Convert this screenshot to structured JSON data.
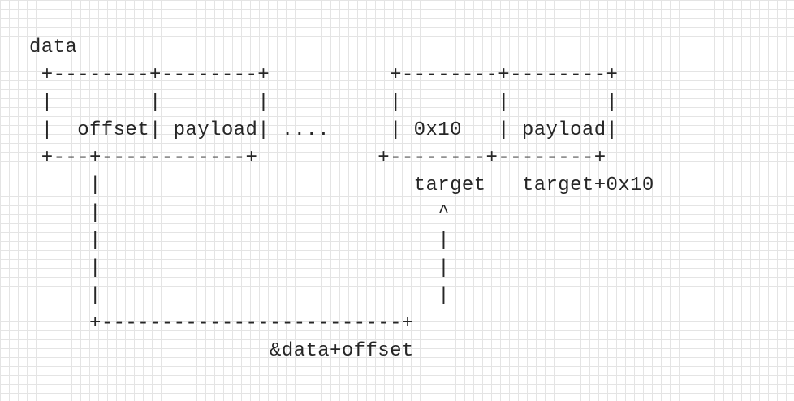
{
  "diagram": {
    "lines": [
      "data",
      " +--------+--------+          +--------+--------+",
      " |        |        |          |        |        |",
      " |  offset| payload| ....     | 0x10   | payload|",
      " +---+------------+          +--------+--------+",
      "     |                          target   target+0x10",
      "     |                            ^",
      "     |                            |",
      "     |                            |",
      "     |                            |",
      "     +-------------------------+",
      "                    &data+offset"
    ]
  }
}
